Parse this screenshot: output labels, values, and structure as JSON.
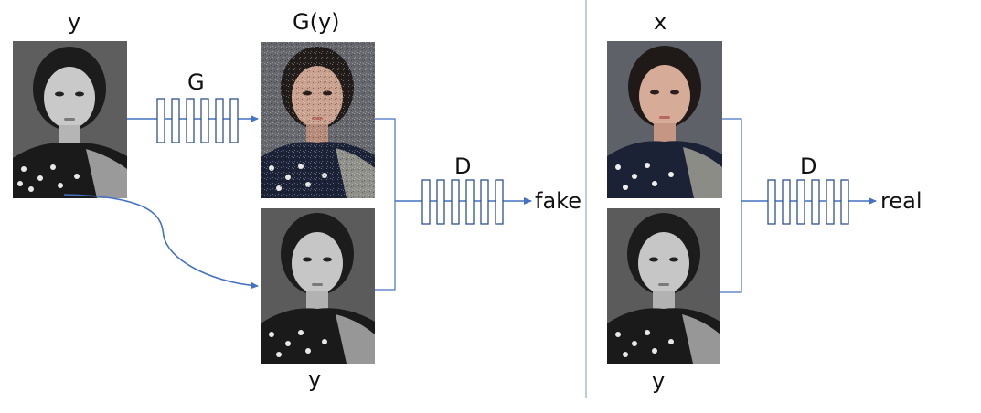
{
  "left_panel": {
    "input_label": "y",
    "generated_label": "G(y)",
    "generator_label": "G",
    "discriminator_label": "D",
    "output_label": "fake",
    "bottom_label": "y"
  },
  "right_panel": {
    "top_label": "x",
    "bottom_label": "y",
    "discriminator_label": "D",
    "output_label": "real"
  },
  "colors": {
    "line": "#4472C4",
    "divider": "#8FAADC",
    "text": "#111111"
  },
  "icons": {
    "photo_grayscale": "portrait-grayscale-image",
    "photo_noisy": "portrait-noisy-color-image",
    "photo_color": "portrait-color-image",
    "network": "network-layers-icon",
    "arrow": "arrow-head-icon"
  }
}
